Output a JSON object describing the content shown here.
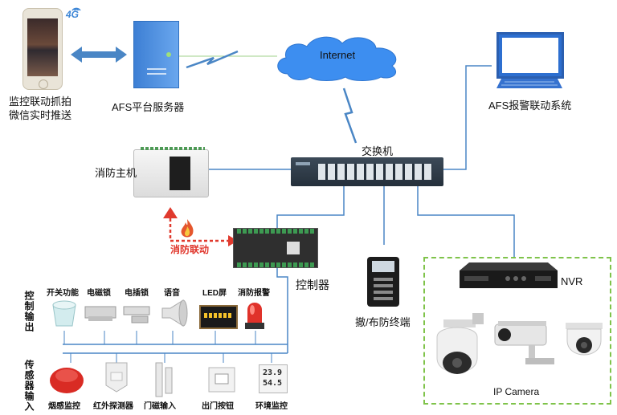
{
  "phone": {
    "label_line1": "监控联动抓拍",
    "label_line2": "微信实时推送",
    "badge": "4G"
  },
  "server": {
    "label": "AFS平台服务器"
  },
  "cloud": {
    "label": "Internet"
  },
  "alarm_system": {
    "label": "AFS报警联动系统"
  },
  "switch": {
    "label": "交换机"
  },
  "fire_host": {
    "label": "消防主机"
  },
  "fire_linkage": {
    "label": "消防联动"
  },
  "controller": {
    "label": "控制器"
  },
  "terminal": {
    "label": "撤/布防终端"
  },
  "nvr": {
    "label": "NVR"
  },
  "camera": {
    "label": "IP Camera"
  },
  "outputs": {
    "section_label": "控制输出",
    "items": [
      "开关功能",
      "电磁锁",
      "电插锁",
      "语音",
      "LED屏",
      "消防报警"
    ]
  },
  "inputs": {
    "section_label": "传感器输入",
    "items": [
      "烟感监控",
      "红外探测器",
      "门磁输入",
      "出门按钮",
      "环境监控"
    ]
  },
  "env_readout": {
    "line1": "23.9",
    "line2": "54.5"
  },
  "colors": {
    "link": "#4a86c5",
    "switch_body": "#2f3b48",
    "dashed_border": "#7fc34a",
    "fire_arrow": "#e03a2e",
    "fire_text": "#e0352b"
  }
}
